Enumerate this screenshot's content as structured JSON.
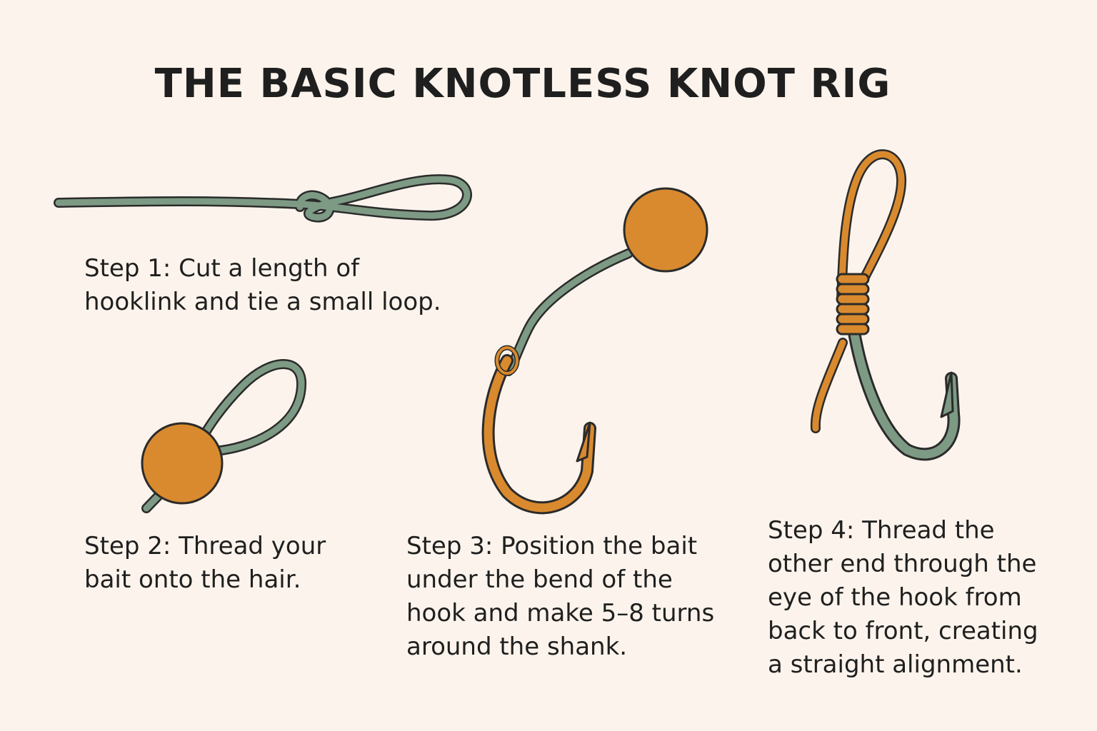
{
  "title": "THE BASIC KNOTLESS KNOT RIG",
  "colors": {
    "background": "#fcf4ec",
    "line_green": "#7d9a84",
    "bait_orange": "#d98a2e",
    "hook_orange": "#d98a2e",
    "outline": "#2b2b2b"
  },
  "steps": [
    {
      "label": "Step 1: Cut a length of hooklink and tie a small loop.",
      "line1": "Step 1: Cut a length of",
      "line2": "hooklink and tie a small loop."
    },
    {
      "label": "Step 2: Thread your bait onto the hair.",
      "line1": "Step 2: Thread your",
      "line2": "bait onto the hair."
    },
    {
      "label": "Step 3: Position the bait under the bend of the hook and make 5–8 turns around the shank.",
      "line1": "Step 3: Position the bait",
      "line2": "under the bend of the",
      "line3": "hook and make 5–8 turns",
      "line4": "around the shank."
    },
    {
      "label": "Step 4: Thread the other end through the eye of the hook from back to front, creating a straight alignment.",
      "line1": "Step 4: Thread the",
      "line2": "other end through the",
      "line3": "eye of the hook from",
      "line4": "back to front, creating",
      "line5": "a straight alignment."
    }
  ]
}
